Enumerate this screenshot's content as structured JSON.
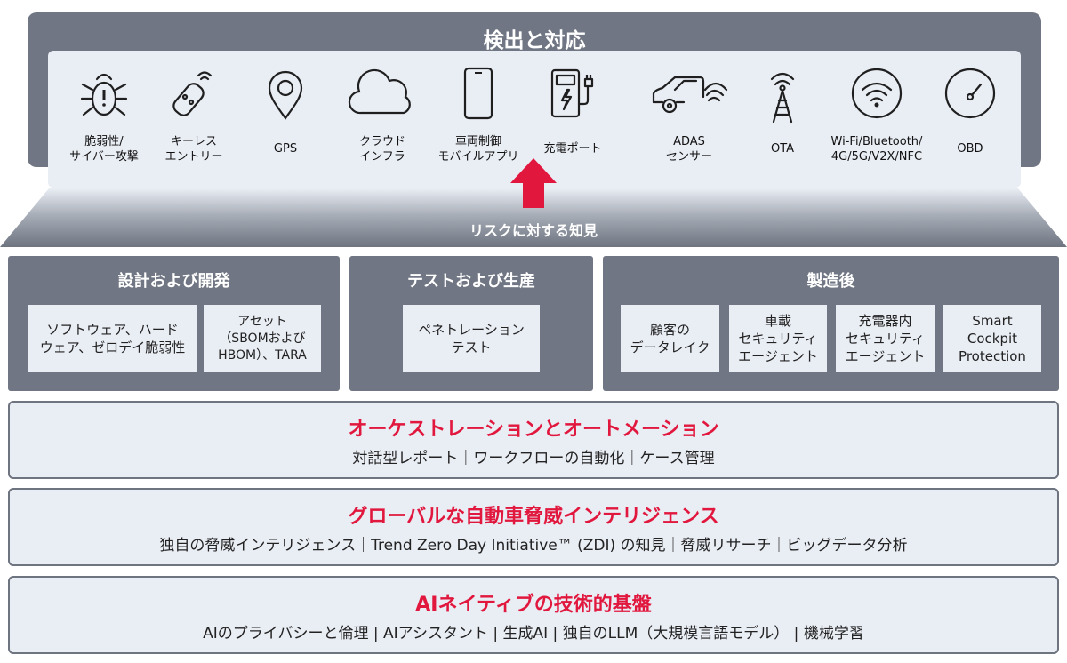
{
  "detect": {
    "title": "検出と対応",
    "items": [
      {
        "icon": "bug-icon",
        "line1": "脆弱性/",
        "line2": "サイバー攻撃"
      },
      {
        "icon": "key-fob-icon",
        "line1": "キーレス",
        "line2": "エントリー"
      },
      {
        "icon": "map-pin-icon",
        "line1": "GPS",
        "line2": ""
      },
      {
        "icon": "cloud-icon",
        "line1": "クラウド",
        "line2": "インフラ"
      },
      {
        "icon": "smartphone-icon",
        "line1": "車両制御",
        "line2": "モバイルアプリ"
      },
      {
        "icon": "charging-port-icon",
        "line1": "充電ポート",
        "line2": ""
      },
      {
        "icon": "adas-car-icon",
        "line1": "ADAS",
        "line2": "センサー"
      },
      {
        "icon": "antenna-tower-icon",
        "line1": "OTA",
        "line2": ""
      },
      {
        "icon": "wifi-icon",
        "line1": "Wi-Fi/Bluetooth/",
        "line2": "4G/5G/V2X/NFC"
      },
      {
        "icon": "gauge-icon",
        "line1": "OBD",
        "line2": ""
      }
    ]
  },
  "roof": {
    "label": "リスクに対する知見"
  },
  "design": {
    "title": "設計および開発",
    "card1": {
      "line1": "ソフトウェア、ハード",
      "line2": "ウェア、ゼロデイ脆弱性"
    },
    "card2": {
      "line1": "アセット",
      "line2": "（SBOMおよび",
      "line3": "HBOM）、TARA"
    }
  },
  "test": {
    "title": "テストおよび生産",
    "card1": {
      "line1": "ペネトレーション",
      "line2": "テスト"
    }
  },
  "post": {
    "title": "製造後",
    "card1": {
      "line1": "顧客の",
      "line2": "データレイク"
    },
    "card2": {
      "line1": "車載",
      "line2": "セキュリティ",
      "line3": "エージェント"
    },
    "card3": {
      "line1": "充電器内",
      "line2": "セキュリティ",
      "line3": "エージェント"
    },
    "card4": {
      "line1": "Smart",
      "line2": "Cockpit",
      "line3": "Protection"
    }
  },
  "orchestration": {
    "title": "オーケストレーションとオートメーション",
    "subtitle": "対話型レポート｜ワークフローの自動化｜ケース管理"
  },
  "intel": {
    "title": "グローバルな自動車脅威インテリジェンス",
    "subtitle": "独自の脅威インテリジェンス｜Trend Zero Day Initiative™ (ZDI) の知見｜脅威リサーチ｜ビッグデータ分析"
  },
  "ai": {
    "title": "AIネイティブの技術的基盤",
    "subtitle": "AIのプライバシーと倫理 | AIアシスタント | 生成AI | 独自のLLM（大規模言語モデル） | 機械学習"
  },
  "colors": {
    "panel": "#707683",
    "light": "#e9edf4",
    "accent": "#e1173e"
  }
}
